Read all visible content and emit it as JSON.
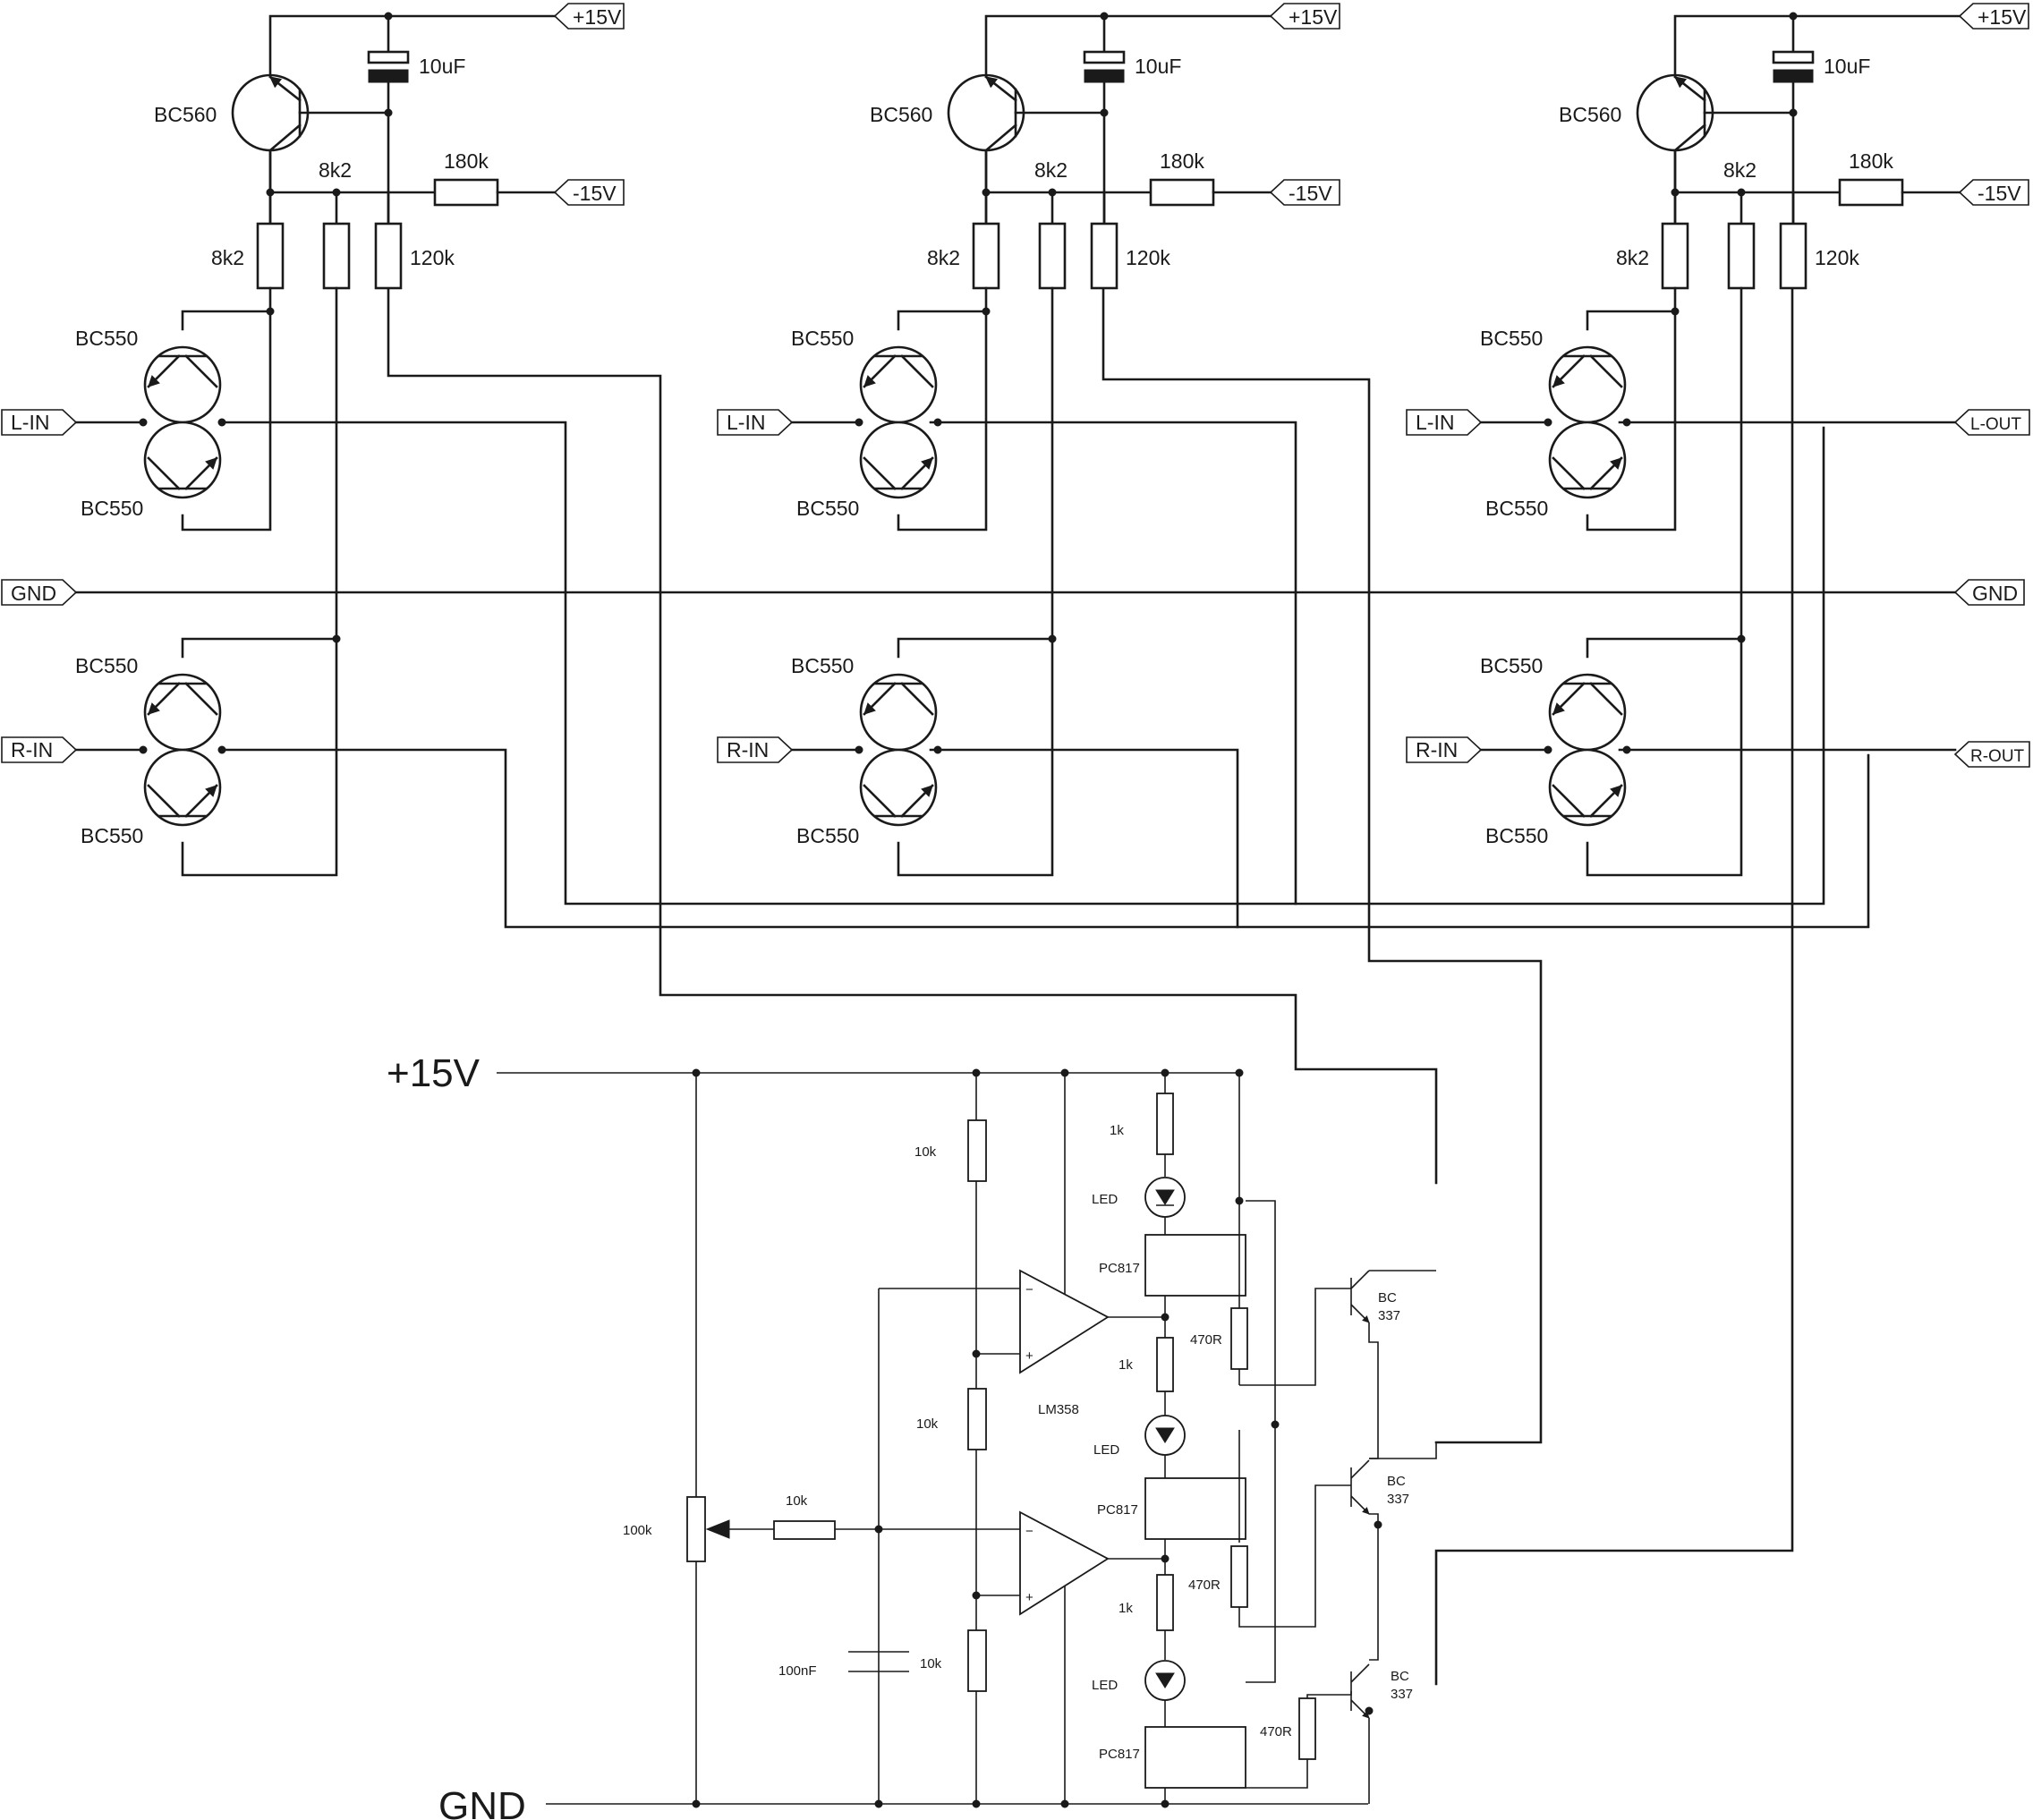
{
  "labels": {
    "p15": "+15V",
    "m15": "-15V",
    "c10u": "10uF",
    "bc560": "BC560",
    "r8k2": "8k2",
    "r180k": "180k",
    "r120k": "120k",
    "bc550": "BC550",
    "l_in": "L-IN",
    "r_in": "R-IN",
    "gnd": "GND",
    "l_out": "L-OUT",
    "r_out": "R-OUT"
  },
  "controller": {
    "p15": "+15V",
    "gnd": "GND",
    "r10k": "10k",
    "r1k": "1k",
    "led": "LED",
    "pc817": "PC817",
    "r470": "470R",
    "bc": "BC",
    "n337": "337",
    "lm358": "LM358",
    "pot100k": "100k",
    "c100n": "100nF"
  }
}
